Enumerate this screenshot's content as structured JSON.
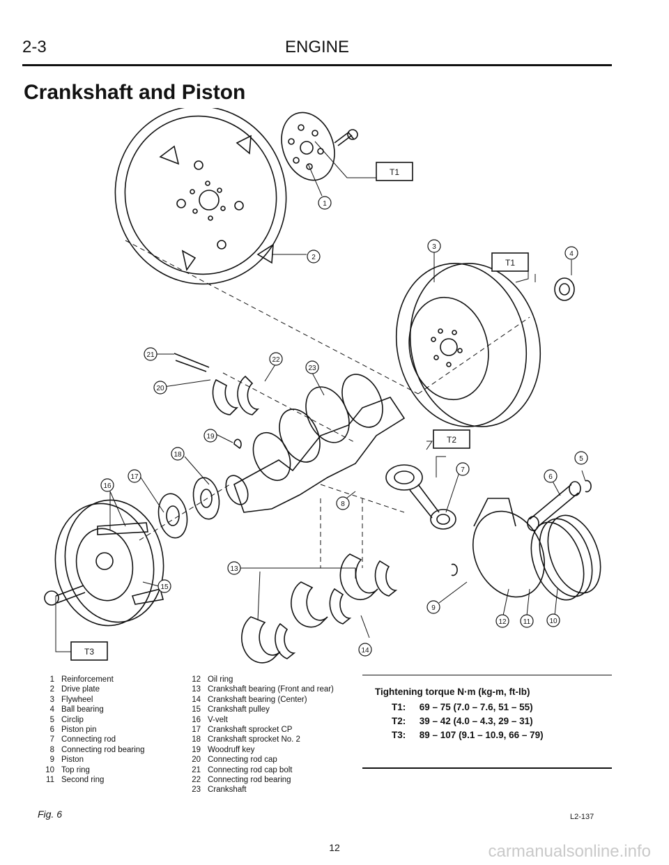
{
  "header": {
    "section": "2-3",
    "chapter": "ENGINE"
  },
  "title": "Crankshaft and Piston",
  "callouts": {
    "n1": "1",
    "n2": "2",
    "n3": "3",
    "n4": "4",
    "n5": "5",
    "n6": "6",
    "n7": "7",
    "n8": "8",
    "n9": "9",
    "n10": "10",
    "n11": "11",
    "n12": "12",
    "n13": "13",
    "n14": "14",
    "n15": "15",
    "n16": "16",
    "n17": "17",
    "n18": "18",
    "n19": "19",
    "n20": "20",
    "n21": "21",
    "n22": "22",
    "n23": "23"
  },
  "torque_tags": {
    "t1": "T1",
    "t2": "T2",
    "t3": "T3"
  },
  "legend": [
    {
      "num": "1",
      "label": "Reinforcement"
    },
    {
      "num": "2",
      "label": "Drive plate"
    },
    {
      "num": "3",
      "label": "Flywheel"
    },
    {
      "num": "4",
      "label": "Ball bearing"
    },
    {
      "num": "5",
      "label": "Circlip"
    },
    {
      "num": "6",
      "label": "Piston pin"
    },
    {
      "num": "7",
      "label": "Connecting rod"
    },
    {
      "num": "8",
      "label": "Connecting rod bearing"
    },
    {
      "num": "9",
      "label": "Piston"
    },
    {
      "num": "10",
      "label": "Top ring"
    },
    {
      "num": "11",
      "label": "Second ring"
    },
    {
      "num": "12",
      "label": "Oil ring"
    },
    {
      "num": "13",
      "label": "Crankshaft bearing (Front and rear)"
    },
    {
      "num": "14",
      "label": "Crankshaft bearing (Center)"
    },
    {
      "num": "15",
      "label": "Crankshaft pulley"
    },
    {
      "num": "16",
      "label": "V-velt"
    },
    {
      "num": "17",
      "label": "Crankshaft sprocket CP"
    },
    {
      "num": "18",
      "label": "Crankshaft sprocket No. 2"
    },
    {
      "num": "19",
      "label": "Woodruff key"
    },
    {
      "num": "20",
      "label": "Connecting rod cap"
    },
    {
      "num": "21",
      "label": "Connecting rod cap bolt"
    },
    {
      "num": "22",
      "label": "Connecting rod bearing"
    },
    {
      "num": "23",
      "label": "Crankshaft"
    }
  ],
  "torque": {
    "title": "Tightening torque N·m (kg-m, ft-lb)",
    "rows": [
      {
        "key": "T1:",
        "value": "69 – 75 (7.0 – 7.6, 51 – 55)"
      },
      {
        "key": "T2:",
        "value": "39 – 42 (4.0 – 4.3, 29 – 31)"
      },
      {
        "key": "T3:",
        "value": "89 – 107 (9.1 – 10.9, 66 – 79)"
      }
    ]
  },
  "figure_label": "Fig. 6",
  "figure_code": "L2-137",
  "page_number": "12",
  "watermark": "carmanualsonline.info"
}
